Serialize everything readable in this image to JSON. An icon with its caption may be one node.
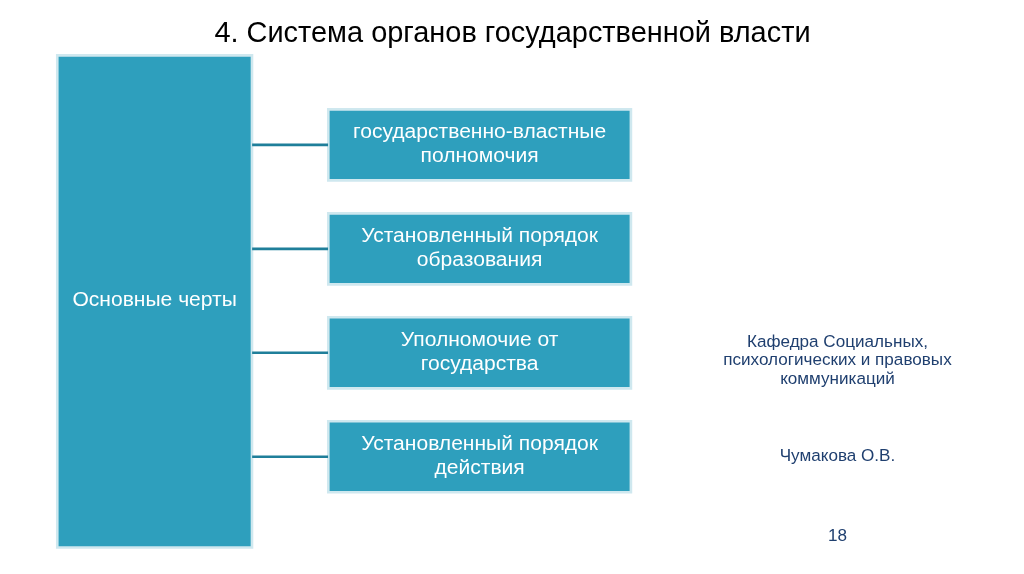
{
  "diagram": {
    "title": "4. Система органов государственной власти",
    "nodes": [
      {
        "text": [
          "Основные черты"
        ]
      },
      {
        "text": [
          "государственно-властные полномочия"
        ]
      },
      {
        "text": [
          "Установленный порядок образования"
        ]
      },
      {
        "text": [
          "Уполномочие от государства"
        ]
      },
      {
        "text": [
          "Установленный порядок действия"
        ]
      }
    ],
    "edges": [
      {
        "from": 0,
        "to": 1,
        "arrow": "none"
      },
      {
        "from": 0,
        "to": 2,
        "arrow": "none"
      },
      {
        "from": 0,
        "to": 3,
        "arrow": "none"
      },
      {
        "from": 0,
        "to": 4,
        "arrow": "none"
      }
    ],
    "labels": [
      "Кафедра Социальных, психологических и правовых коммуникаций",
      "Чумакова О.В.",
      "18"
    ]
  }
}
